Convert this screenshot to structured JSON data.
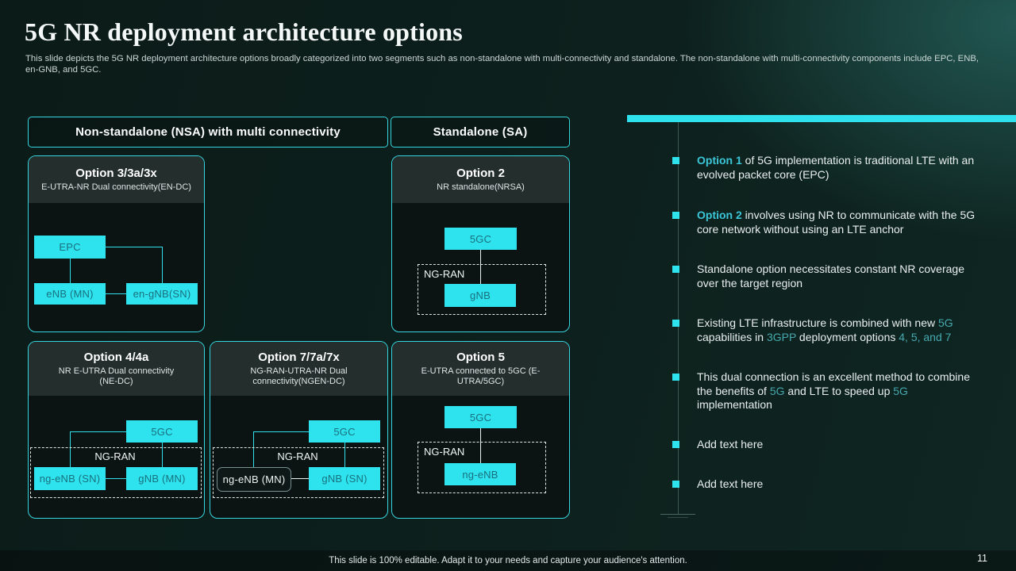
{
  "page": {
    "title": "5G NR deployment architecture options",
    "subtitle": "This slide depicts the 5G NR deployment architecture options broadly categorized into two segments such as non-standalone with multi-connectivity and standalone. The non-standalone with multi-connectivity components include EPC, ENB, en-GNB, and 5GC.",
    "footer": "This slide is 100% editable. Adapt it to your needs and capture your audience's attention.",
    "page_number": "11"
  },
  "headers": {
    "nsa": "Non-standalone (NSA) with multi connectivity",
    "sa": "Standalone (SA)"
  },
  "cards": {
    "option3": {
      "title": "Option 3/3a/3x",
      "subtitle": "E-UTRA-NR Dual connectivity(EN-DC)",
      "nodes": {
        "epc": "EPC",
        "enb_mn": "eNB (MN)",
        "engnb_sn": "en-gNB(SN)"
      }
    },
    "option2": {
      "title": "Option 2",
      "subtitle": "NR standalone(NRSA)",
      "nodes": {
        "fivegc": "5GC",
        "ngran": "NG-RAN",
        "gnb": "gNB"
      }
    },
    "option4": {
      "title": "Option 4/4a",
      "subtitle": "NR E-UTRA Dual connectivity (NE-DC)",
      "nodes": {
        "fivegc": "5GC",
        "ngran": "NG-RAN",
        "ngenb_sn": "ng-eNB (SN)",
        "gnb_mn": "gNB (MN)"
      }
    },
    "option7": {
      "title": "Option 7/7a/7x",
      "subtitle": "NG-RAN-UTRA-NR Dual connectivity(NGEN-DC)",
      "nodes": {
        "fivegc": "5GC",
        "ngran": "NG-RAN",
        "ngenb_mn": "ng-eNB (MN)",
        "gnb_sn": "gNB (SN)"
      }
    },
    "option5": {
      "title": "Option 5",
      "subtitle": "E-UTRA connected to 5GC (E-UTRA/5GC)",
      "nodes": {
        "fivegc": "5GC",
        "ngran": "NG-RAN",
        "ngenb": "ng-eNB"
      }
    }
  },
  "bullets": [
    [
      {
        "t": "Option 1",
        "s": "ab"
      },
      {
        "t": " of 5G implementation is traditional LTE with an evolved packet core (EPC)"
      }
    ],
    [
      {
        "t": "Option 2",
        "s": "ab"
      },
      {
        "t": " involves using NR to communicate with the 5G core network without using an LTE anchor"
      }
    ],
    [
      {
        "t": "Standalone option necessitates constant NR coverage over the target region"
      }
    ],
    [
      {
        "t": "Existing LTE infrastructure is combined with new "
      },
      {
        "t": "5G",
        "s": "a"
      },
      {
        "t": " capabilities in "
      },
      {
        "t": "3GPP",
        "s": "a"
      },
      {
        "t": " deployment options "
      },
      {
        "t": "4, 5, and 7",
        "s": "a"
      }
    ],
    [
      {
        "t": "This dual connection is an excellent method to combine the benefits of "
      },
      {
        "t": "5G",
        "s": "a"
      },
      {
        "t": " and LTE to speed up "
      },
      {
        "t": "5G",
        "s": "a"
      },
      {
        "t": " implementation"
      }
    ],
    [
      {
        "t": "Add text here"
      }
    ],
    [
      {
        "t": "Add text here"
      }
    ]
  ],
  "colors": {
    "accent_cyan": "#2fe1ec",
    "accent_teal_text": "#46a9af",
    "option_accent": "#3cc6d8",
    "background": "#0d201d",
    "node_fill": "#2fe3ee",
    "node_text": "#19707e"
  }
}
